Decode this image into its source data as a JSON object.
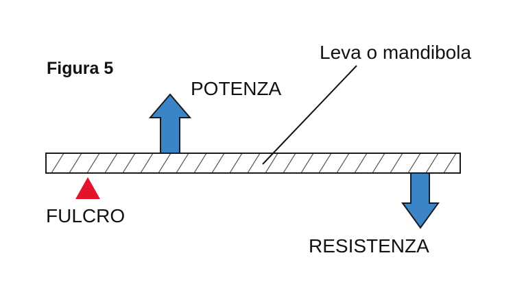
{
  "figure": {
    "title": "Figura 5"
  },
  "labels": {
    "lever": "Leva o mandibola",
    "effort": "POTENZA",
    "fulcrum": "FULCRO",
    "load": "RESISTENZA"
  },
  "colors": {
    "arrow_fill": "#3c84c8",
    "arrow_stroke": "#1a1a1a",
    "fulcrum_fill": "#e3132c",
    "bar_stroke": "#1a1a1a",
    "hatch": "#555555"
  },
  "icons": {
    "effort_arrow": "arrow-up-icon",
    "load_arrow": "arrow-down-icon",
    "fulcrum_marker": "triangle-icon"
  }
}
